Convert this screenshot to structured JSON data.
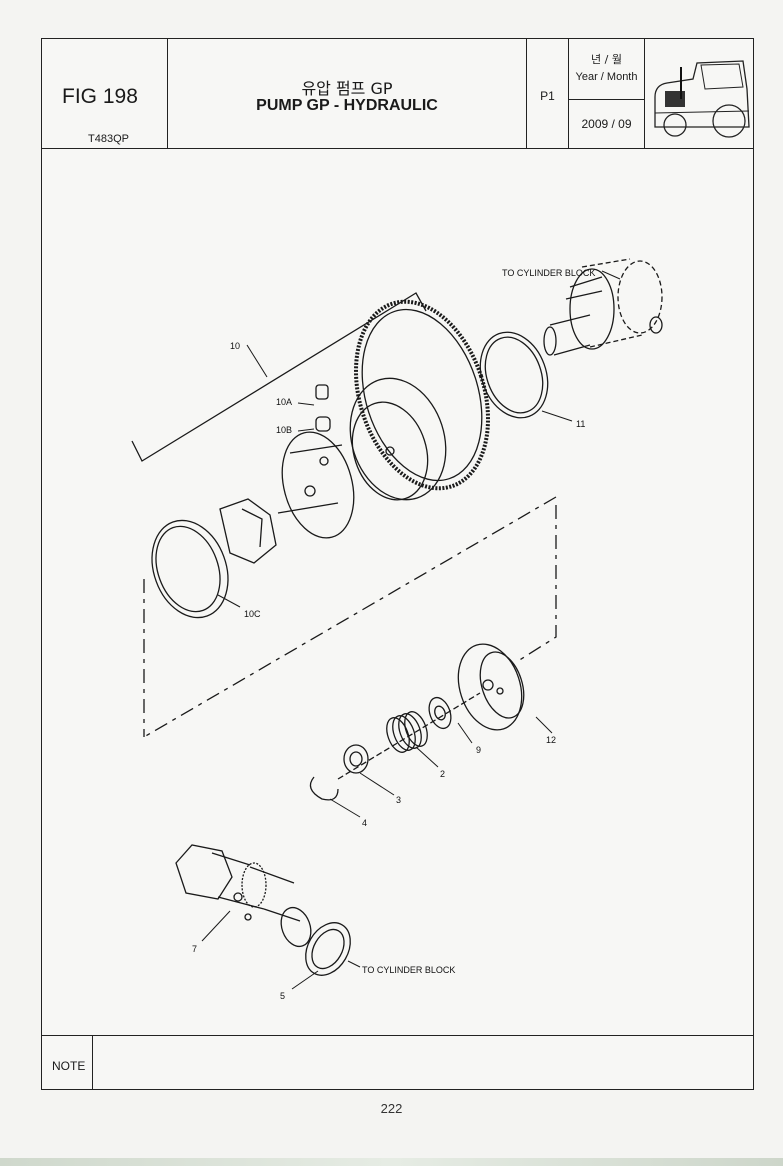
{
  "header": {
    "fig_label": "FIG 198",
    "code": "T483QP",
    "title_kr": "유압 펌프 GP",
    "title_en": "PUMP GP - HYDRAULIC",
    "page_label": "P1",
    "year_month_kr": "년 / 월",
    "year_month_en": "Year / Month",
    "year_month_value": "2009  / 09"
  },
  "diagram": {
    "labels": {
      "to_cyl_top": "TO CYLINDER BLOCK",
      "to_cyl_bottom": "TO CYLINDER BLOCK",
      "p10": "10",
      "p10a": "10A",
      "p10b": "10B",
      "p10c": "10C",
      "p11": "11",
      "p12": "12",
      "p9": "9",
      "p2": "2",
      "p3": "3",
      "p4": "4",
      "p7": "7",
      "p5": "5"
    }
  },
  "footer": {
    "note_label": "NOTE",
    "page_number": "222"
  }
}
